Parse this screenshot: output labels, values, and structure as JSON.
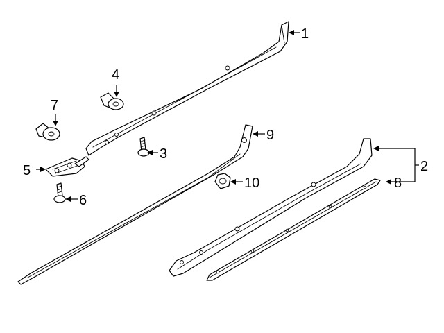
{
  "diagram": {
    "type": "parts-exploded-view",
    "callouts": [
      {
        "id": "c1",
        "label": "1"
      },
      {
        "id": "c2",
        "label": "2"
      },
      {
        "id": "c3",
        "label": "3"
      },
      {
        "id": "c4",
        "label": "4"
      },
      {
        "id": "c5",
        "label": "5"
      },
      {
        "id": "c6",
        "label": "6"
      },
      {
        "id": "c7",
        "label": "7"
      },
      {
        "id": "c8",
        "label": "8"
      },
      {
        "id": "c9",
        "label": "9"
      },
      {
        "id": "c10",
        "label": "10"
      }
    ],
    "parts": [
      {
        "name": "rocker-molding-upper",
        "callout": "1"
      },
      {
        "name": "rocker-molding-lower-assembly",
        "callout": "2"
      },
      {
        "name": "screw",
        "callout": "3"
      },
      {
        "name": "clip-push",
        "callout": "4"
      },
      {
        "name": "bracket",
        "callout": "5"
      },
      {
        "name": "screw-small",
        "callout": "6"
      },
      {
        "name": "clip-retainer",
        "callout": "7"
      },
      {
        "name": "lower-strip",
        "callout": "8"
      },
      {
        "name": "long-molding",
        "callout": "9"
      },
      {
        "name": "nut",
        "callout": "10"
      }
    ]
  }
}
